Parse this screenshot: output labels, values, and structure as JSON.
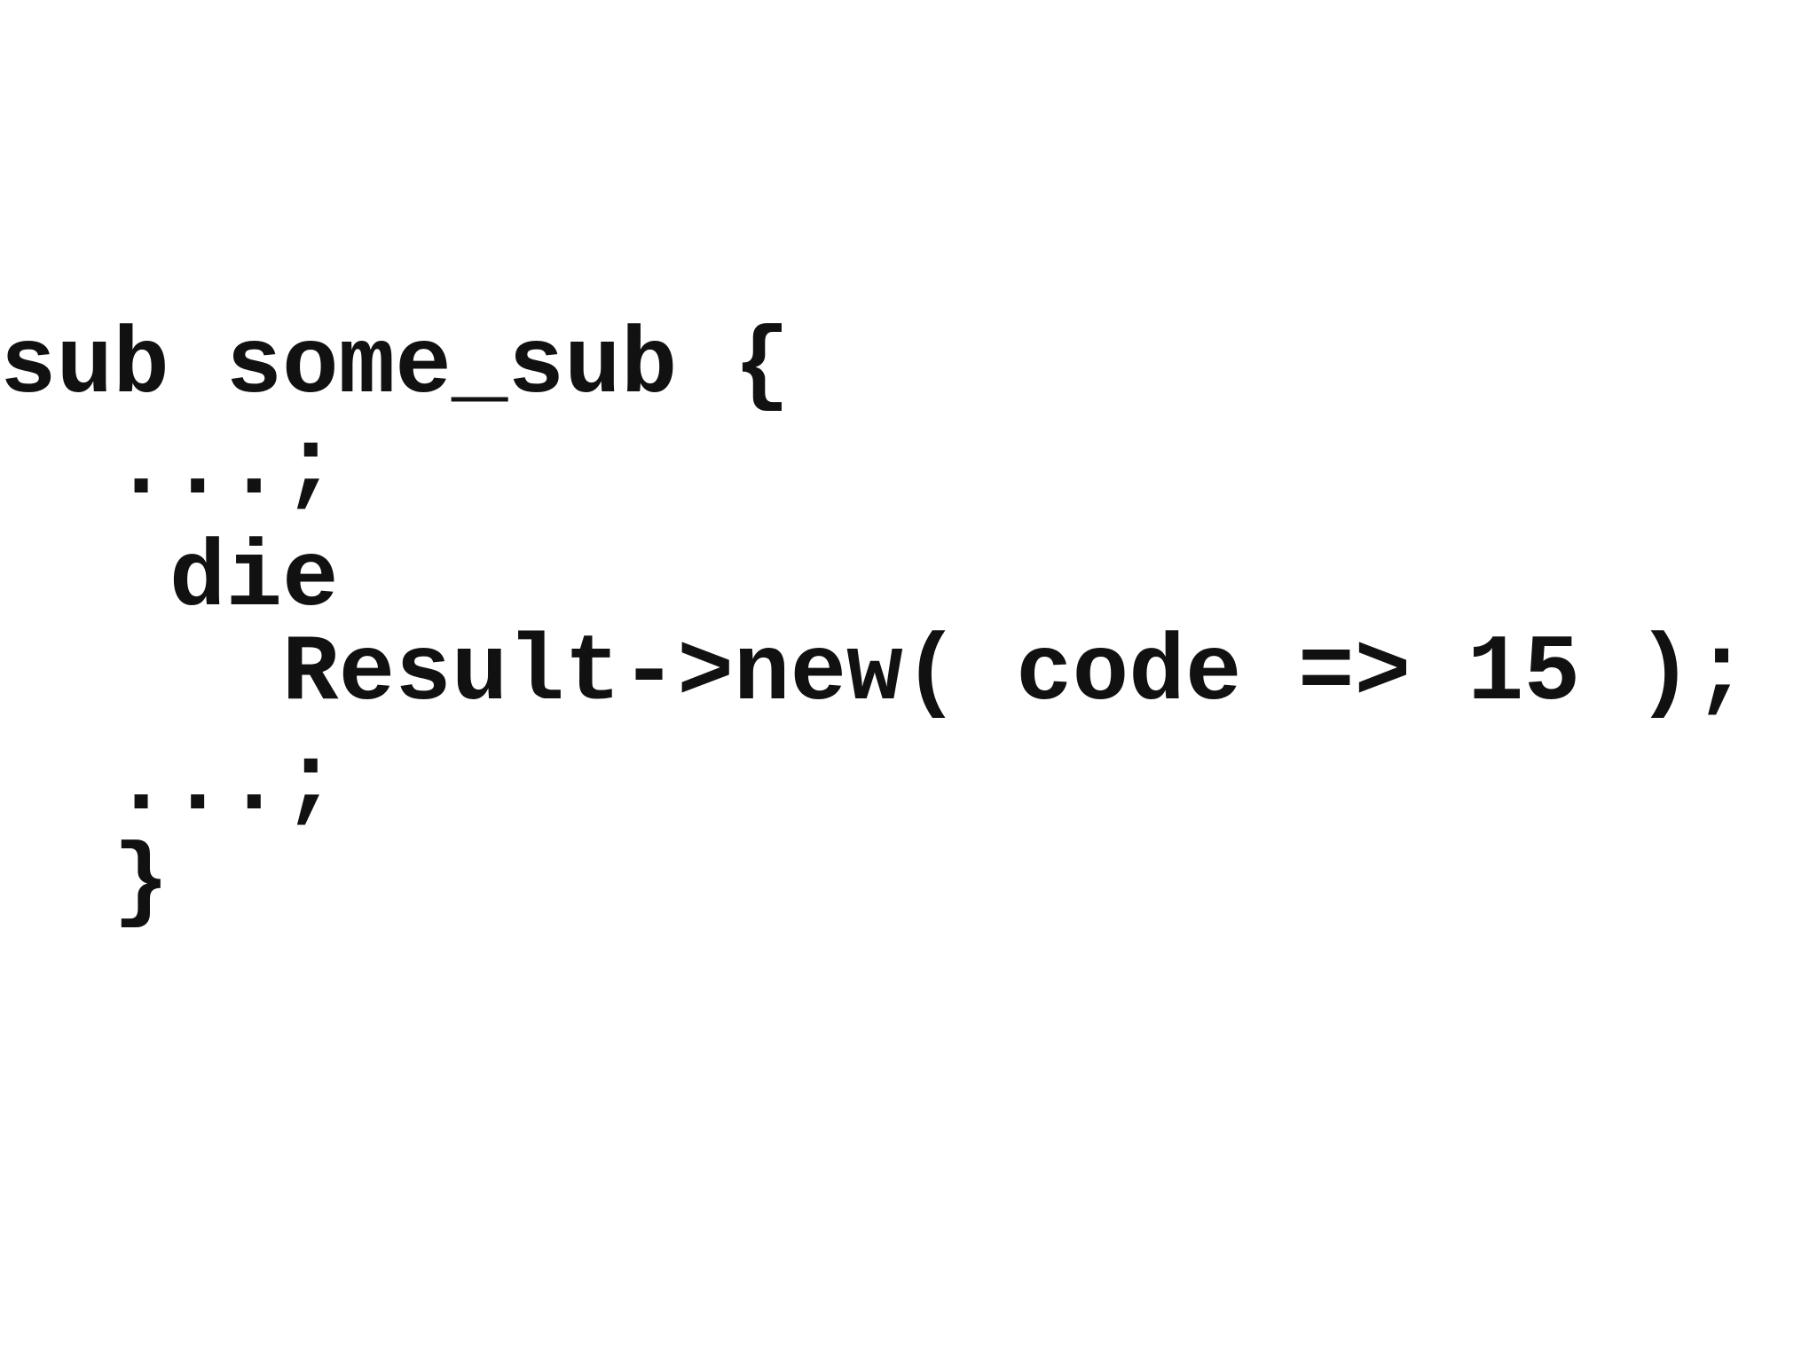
{
  "code_lines": [
    "sub some_sub {",
    "  ...;",
    "   die",
    "     Result->new( code => 15 );",
    "  ...;",
    "  }"
  ]
}
